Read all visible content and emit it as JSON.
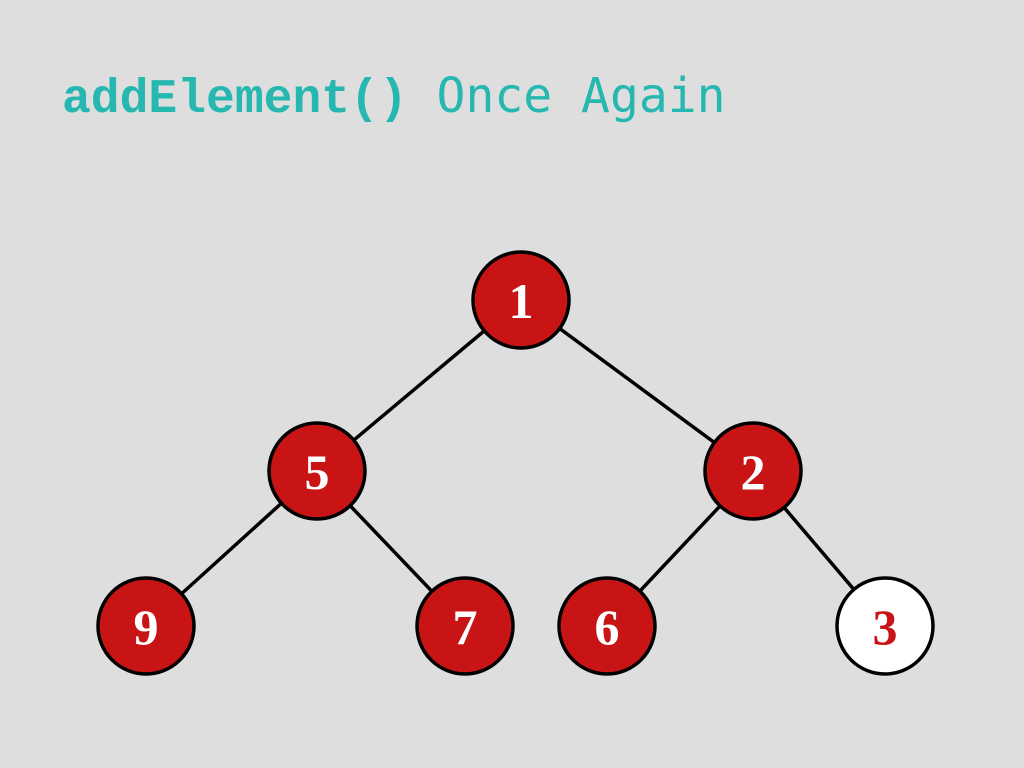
{
  "title": {
    "method": "addElement()",
    "text": " Once Again"
  },
  "colors": {
    "background": "#dedede",
    "title": "#26b8b0",
    "node_fill": "#c81414",
    "node_text": "#ffffff",
    "new_node_fill": "#ffffff",
    "new_node_text": "#c81414",
    "edge": "#000000"
  },
  "tree": {
    "nodes": [
      {
        "id": "n1",
        "value": "1",
        "new": false
      },
      {
        "id": "n5",
        "value": "5",
        "new": false
      },
      {
        "id": "n2",
        "value": "2",
        "new": false
      },
      {
        "id": "n9",
        "value": "9",
        "new": false
      },
      {
        "id": "n7",
        "value": "7",
        "new": false
      },
      {
        "id": "n6",
        "value": "6",
        "new": false
      },
      {
        "id": "n3",
        "value": "3",
        "new": true
      }
    ],
    "edges": [
      {
        "from": "n1",
        "to": "n5"
      },
      {
        "from": "n1",
        "to": "n2"
      },
      {
        "from": "n5",
        "to": "n9"
      },
      {
        "from": "n5",
        "to": "n7"
      },
      {
        "from": "n2",
        "to": "n6"
      },
      {
        "from": "n2",
        "to": "n3"
      }
    ]
  }
}
